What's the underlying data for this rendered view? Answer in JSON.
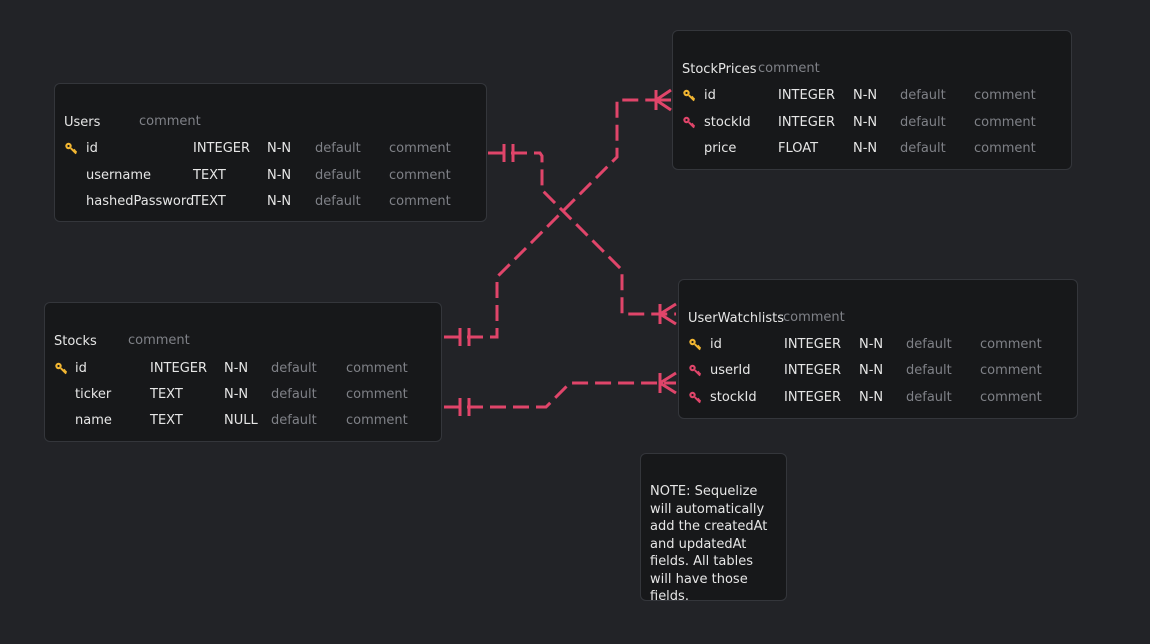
{
  "tables": {
    "users": {
      "name": "Users",
      "comment": "comment",
      "columns": [
        {
          "name": "id",
          "type": "INTEGER",
          "null": "N-N",
          "default": "default",
          "comment": "comment",
          "key": "primary"
        },
        {
          "name": "username",
          "type": "TEXT",
          "null": "N-N",
          "default": "default",
          "comment": "comment",
          "key": "none"
        },
        {
          "name": "hashedPassword",
          "type": "TEXT",
          "null": "N-N",
          "default": "default",
          "comment": "comment",
          "key": "none"
        }
      ]
    },
    "stocks": {
      "name": "Stocks",
      "comment": "comment",
      "columns": [
        {
          "name": "id",
          "type": "INTEGER",
          "null": "N-N",
          "default": "default",
          "comment": "comment",
          "key": "primary"
        },
        {
          "name": "ticker",
          "type": "TEXT",
          "null": "N-N",
          "default": "default",
          "comment": "comment",
          "key": "none"
        },
        {
          "name": "name",
          "type": "TEXT",
          "null": "NULL",
          "default": "default",
          "comment": "comment",
          "key": "none"
        }
      ]
    },
    "stockprices": {
      "name": "StockPrices",
      "comment": "comment",
      "columns": [
        {
          "name": "id",
          "type": "INTEGER",
          "null": "N-N",
          "default": "default",
          "comment": "comment",
          "key": "primary"
        },
        {
          "name": "stockId",
          "type": "INTEGER",
          "null": "N-N",
          "default": "default",
          "comment": "comment",
          "key": "foreign"
        },
        {
          "name": "price",
          "type": "FLOAT",
          "null": "N-N",
          "default": "default",
          "comment": "comment",
          "key": "none"
        }
      ]
    },
    "userwatchlists": {
      "name": "UserWatchlists",
      "comment": "comment",
      "columns": [
        {
          "name": "id",
          "type": "INTEGER",
          "null": "N-N",
          "default": "default",
          "comment": "comment",
          "key": "primary"
        },
        {
          "name": "userId",
          "type": "INTEGER",
          "null": "N-N",
          "default": "default",
          "comment": "comment",
          "key": "foreign"
        },
        {
          "name": "stockId",
          "type": "INTEGER",
          "null": "N-N",
          "default": "default",
          "comment": "comment",
          "key": "foreign"
        }
      ]
    }
  },
  "note": {
    "text": "NOTE: Sequelize will automatically add the createdAt and updatedAt fields. All tables will have those fields."
  },
  "colors": {
    "background": "#222327",
    "card": "#17181a",
    "relation_line": "#e0456a",
    "primary_key": "#f2b632",
    "foreign_key": "#e0456a"
  },
  "relations": [
    {
      "from": "Users.id",
      "to": "UserWatchlists.userId",
      "from_cardinality": "one",
      "to_cardinality": "many"
    },
    {
      "from": "Stocks.id",
      "to": "StockPrices.stockId",
      "from_cardinality": "one",
      "to_cardinality": "many"
    },
    {
      "from": "Stocks.id",
      "to": "UserWatchlists.stockId",
      "from_cardinality": "one",
      "to_cardinality": "many"
    }
  ]
}
